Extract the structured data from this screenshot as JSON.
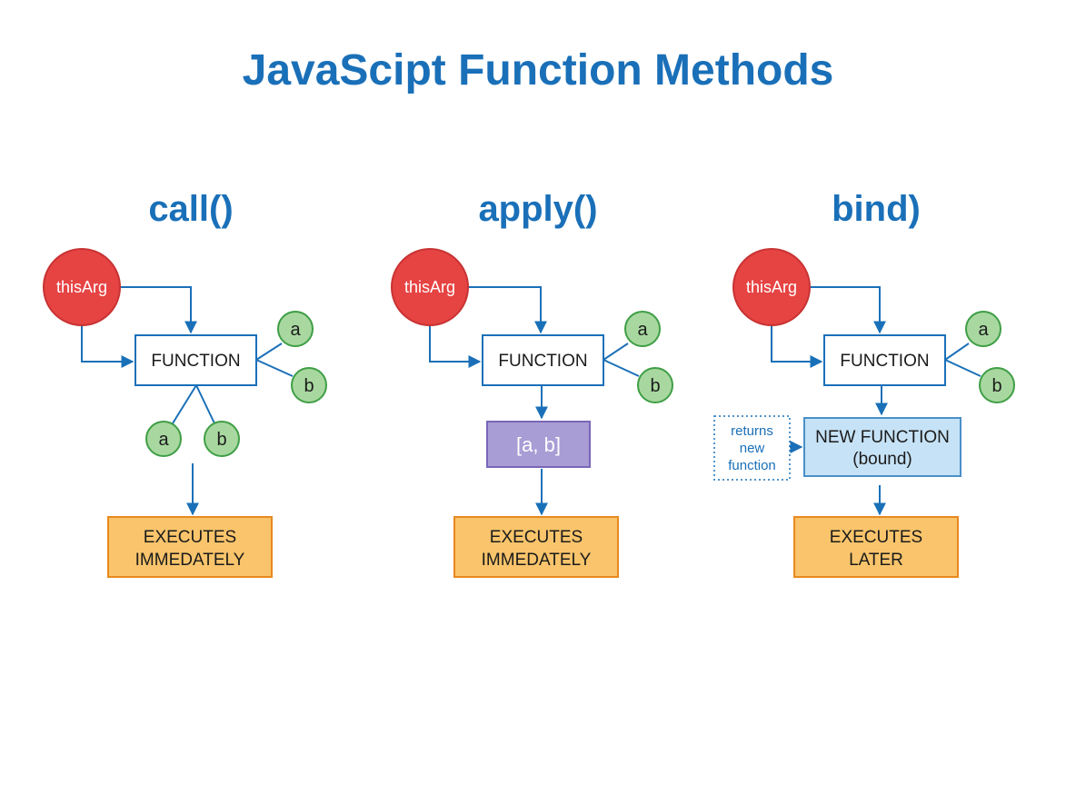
{
  "title": "JavaScipt Function Methods",
  "panels": [
    {
      "heading": "call()",
      "this_arg": "thisArg",
      "function_label": "FUNCTION",
      "side_args": [
        "a",
        "b"
      ],
      "bottom_args": [
        "a",
        "b"
      ],
      "result_lines": [
        "EXECUTES",
        "IMMEDATELY"
      ]
    },
    {
      "heading": "apply()",
      "this_arg": "thisArg",
      "function_label": "FUNCTION",
      "side_args": [
        "a",
        "b"
      ],
      "array_label": "[a, b]",
      "result_lines": [
        "EXECUTES",
        "IMMEDATELY"
      ]
    },
    {
      "heading": "bind)",
      "this_arg": "thisArg",
      "function_label": "FUNCTION",
      "side_args": [
        "a",
        "b"
      ],
      "new_function_lines": [
        "NEW FUNCTION",
        "(bound)"
      ],
      "note_lines": [
        "returns",
        "new",
        "function"
      ],
      "result_lines": [
        "EXECUTES",
        "LATER"
      ]
    }
  ],
  "colors": {
    "title": "#1a70b8",
    "this_arg_fill": "#e64343",
    "arg_fill": "#a8d8a0",
    "arg_stroke": "#3f9e45",
    "array_fill": "#a89dd4",
    "array_stroke": "#7a66b8",
    "result_fill": "#f9c46b",
    "result_stroke": "#e8891f",
    "new_function_fill": "#c6e2f6",
    "new_function_stroke": "#4a90c8"
  }
}
